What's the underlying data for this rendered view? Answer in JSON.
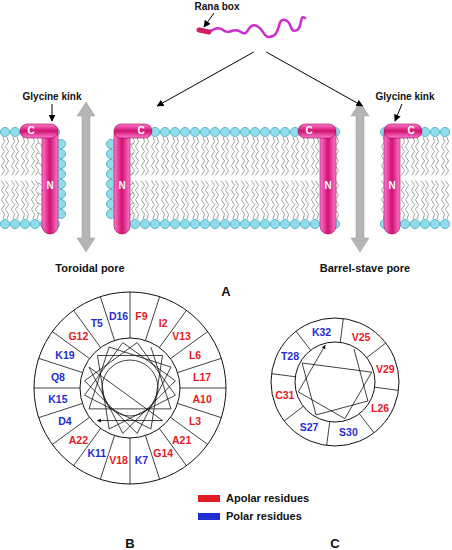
{
  "diagram": {
    "nodes": [
      {
        "text": [
          "Rana box"
        ]
      },
      {
        "text": [
          "Toroidal pore"
        ]
      },
      {
        "text": [
          "C",
          "N"
        ],
        "in": 1
      },
      {
        "text": [
          "C",
          "N"
        ],
        "in": 1
      },
      {
        "text": [
          "Barrel-stave pore"
        ]
      },
      {
        "text": [
          "C",
          "N"
        ],
        "in": 4
      },
      {
        "text": [
          "C",
          "N"
        ],
        "in": 4
      }
    ],
    "edges": [
      {
        "from": 0,
        "to": 1,
        "arrow": "to"
      },
      {
        "from": 0,
        "to": 4,
        "arrow": "to"
      }
    ],
    "labels": [
      "Glycine kink",
      "Glycine kink",
      "A",
      "T5",
      "D16",
      "F9",
      "I2",
      "V13",
      "L6",
      "L17",
      "A10",
      "L3",
      "A21",
      "G14",
      "K7",
      "V18",
      "K11",
      "A22",
      "D4",
      "K15",
      "Q8",
      "K19",
      "G12",
      "K32",
      "V25",
      "V29",
      "L26",
      "S30",
      "S27",
      "C31",
      "T28",
      "B",
      "C"
    ],
    "legend": [
      {
        "text": "Apolar residues",
        "color": "#e31b23"
      },
      {
        "text": "Polar residues",
        "color": "#1f2fd1"
      }
    ]
  }
}
